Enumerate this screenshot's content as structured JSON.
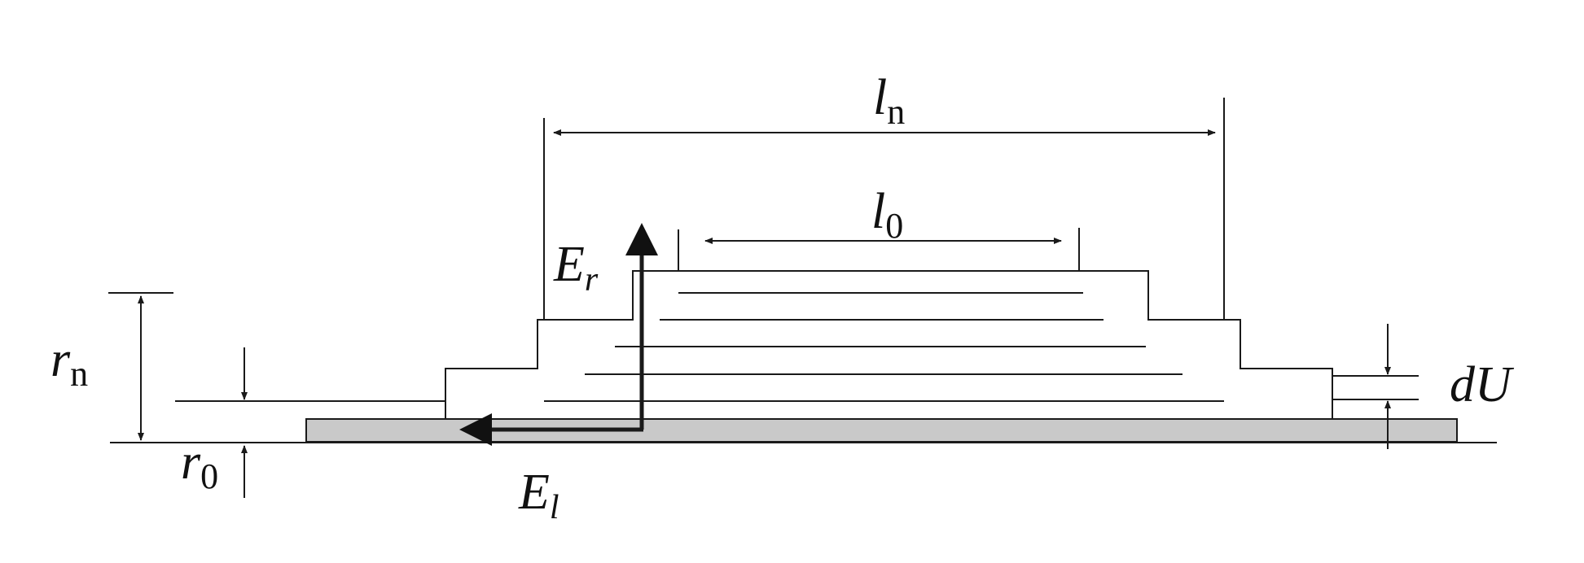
{
  "labels": {
    "ln_main": "l",
    "ln_sub": "n",
    "l0_main": "l",
    "l0_sub": "0",
    "er_main": "E",
    "er_sub": "r",
    "el_main": "E",
    "el_sub": "l",
    "rn_main": "r",
    "rn_sub": "n",
    "r0_main": "r",
    "r0_sub": "0",
    "du": "dU"
  },
  "colors": {
    "line": "#1a1a1a",
    "substrate_fill": "#c9c9c9"
  }
}
